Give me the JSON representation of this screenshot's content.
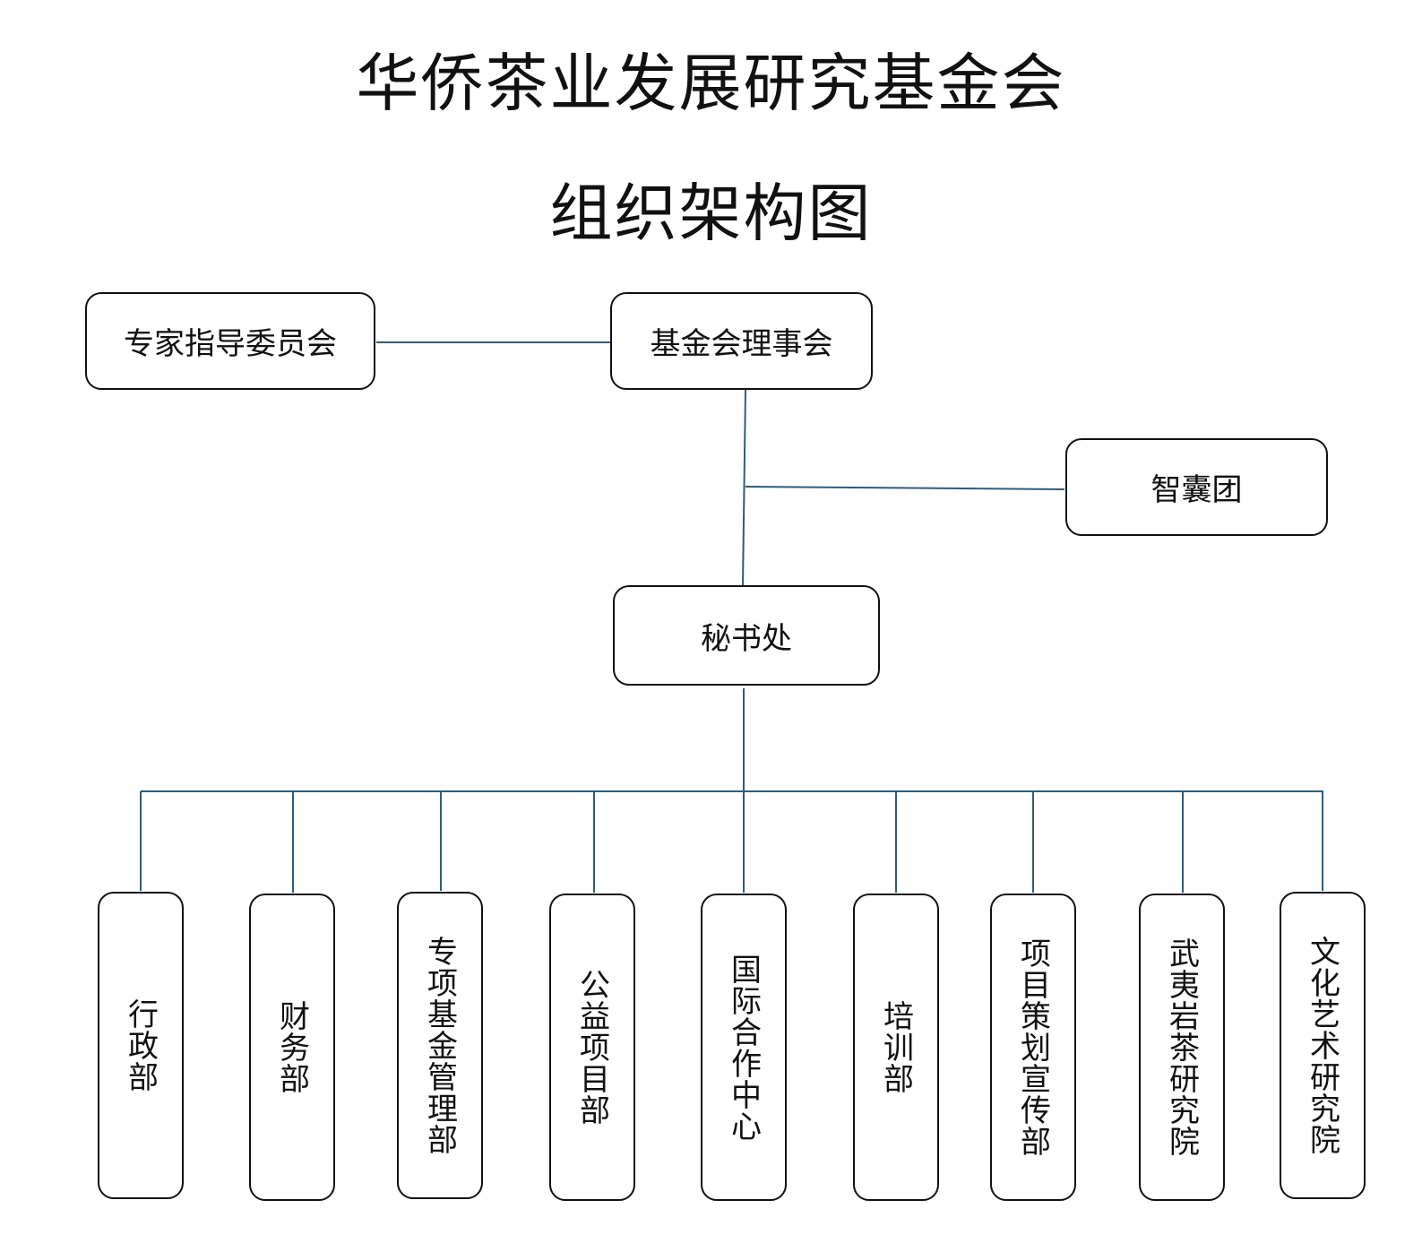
{
  "title": {
    "line1": "华侨茶业发展研究基金会",
    "line2": "组织架构图"
  },
  "nodes": {
    "expert_committee": "专家指导委员会",
    "board": "基金会理事会",
    "think_tank": "智囊团",
    "secretariat": "秘书处"
  },
  "departments": [
    "行政部",
    "财务部",
    "专项基金管理部",
    "公益项目部",
    "国际合作中心",
    "培训部",
    "项目策划宣传部",
    "武夷岩茶研究院",
    "文化艺术研究院"
  ],
  "colors": {
    "connector": "#2f5c7a",
    "box_border": "#111111"
  }
}
